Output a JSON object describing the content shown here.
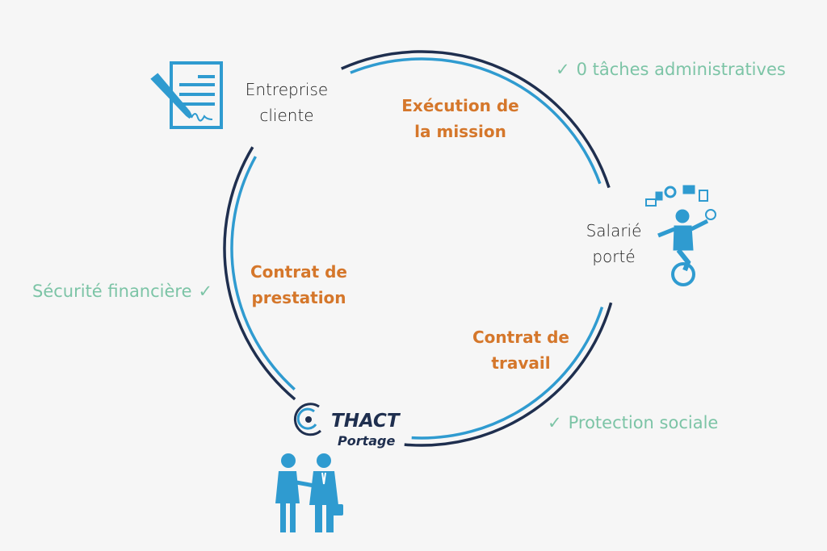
{
  "nodes": {
    "client": [
      "Entreprise",
      "cliente"
    ],
    "employee": [
      "Salarié",
      "porté"
    ]
  },
  "steps": {
    "mission": [
      "Exécution de",
      "la mission"
    ],
    "service_contract": [
      "Contrat de",
      "prestation"
    ],
    "work_contract": [
      "Contrat de",
      "travail"
    ]
  },
  "benefits": {
    "admin": "0 tâches administratives",
    "financial": "Sécurité financière",
    "social": "Protection sociale"
  },
  "logo": {
    "name": "THACT",
    "sub": "Portage"
  },
  "colors": {
    "navy": "#1f2f4f",
    "blue": "#2f9bd0",
    "orange": "#d5772b",
    "green": "#7cc4a6"
  }
}
